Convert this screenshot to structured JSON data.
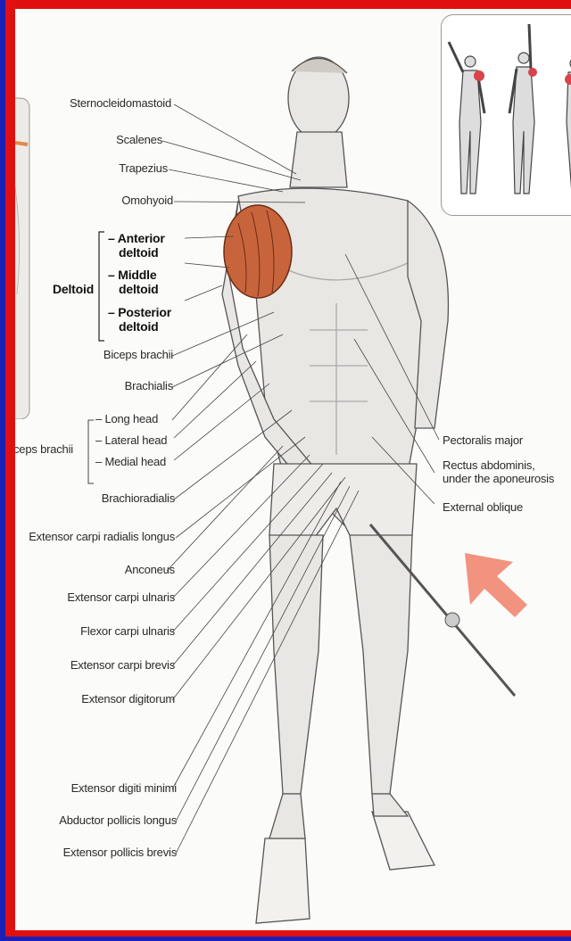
{
  "labels_left": {
    "sternocleidomastoid": "Sternocleidomastoid",
    "scalenes": "Scalenes",
    "trapezius": "Trapezius",
    "omohyoid": "Omohyoid",
    "deltoid_group": "Deltoid",
    "anterior_deltoid": [
      "– Anterior",
      "deltoid"
    ],
    "middle_deltoid": [
      "– Middle",
      "deltoid"
    ],
    "posterior_deltoid": [
      "– Posterior",
      "deltoid"
    ],
    "biceps_brachii": "Biceps brachii",
    "brachialis": "Brachialis",
    "triceps_group": "ceps brachii",
    "long_head": "– Long head",
    "lateral_head": "– Lateral head",
    "medial_head": "– Medial head",
    "brachioradialis": "Brachioradialis",
    "ext_carpi_radialis_longus": "Extensor carpi radialis longus",
    "anconeus": "Anconeus",
    "ext_carpi_ulnaris": "Extensor carpi ulnaris",
    "flexor_carpi_ulnaris": "Flexor carpi ulnaris",
    "ext_carpi_brevis": "Extensor carpi brevis",
    "ext_digitorum": "Extensor digitorum",
    "ext_digiti_minimi": "Extensor digiti minimi",
    "abductor_pollicis_longus": "Abductor pollicis longus",
    "ext_pollicis_brevis": "Extensor pollicis brevis"
  },
  "labels_right": {
    "pectoralis_major": "Pectoralis major",
    "rectus_abdominis": [
      "Rectus abdominis,",
      "under the aponeurosis"
    ],
    "external_oblique": "External oblique"
  },
  "colors": {
    "background": "#1b1fb8",
    "border": "#e01010",
    "paper": "#fbfbf9",
    "highlight_muscle": "#c8643c",
    "arrow": "#f0806a"
  }
}
